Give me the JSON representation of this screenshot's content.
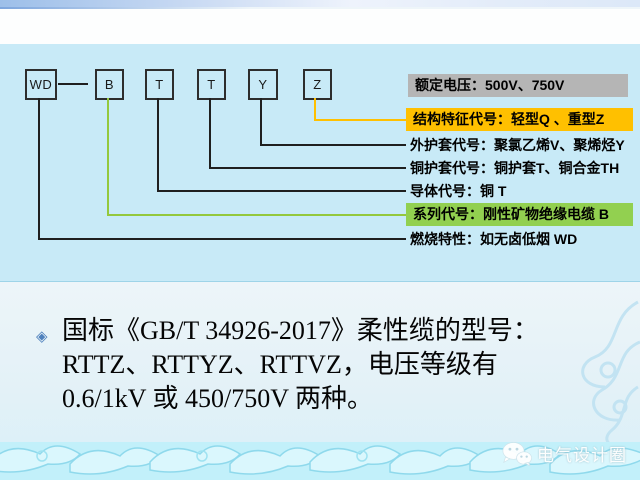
{
  "diagram": {
    "boxes": [
      {
        "label": "WD"
      },
      {
        "label": "B"
      },
      {
        "label": "T"
      },
      {
        "label": "T"
      },
      {
        "label": "Y"
      },
      {
        "label": "Z"
      }
    ],
    "labels": {
      "rated_voltage": "额定电压：500V、750V",
      "structure": "结构特征代号：轻型Q 、重型Z",
      "outer_sheath": "外护套代号：聚氯乙烯V、聚烯烃Y",
      "copper_sheath": "铜护套代号：铜护套T、铜合金TH",
      "conductor": "导体代号：铜 T",
      "series": "系列代号：刚性矿物绝缘电缆  B",
      "burning": "燃烧特性：如无卤低烟 WD"
    },
    "colors": {
      "panel_bg": "#c8eaf7",
      "rated_bg": "#b5b5b5",
      "structure_bg": "#ffc000",
      "series_bg": "#92d050",
      "line_black": "#1f1f1f",
      "line_green": "#94c83d",
      "line_yellow": "#ffc000"
    }
  },
  "watermark": {
    "brand": "电气设计圈",
    "icon": "wechat-bubbles-icon"
  },
  "body_text": {
    "bullet": "◈",
    "lines": [
      "国标《GB/T 34926-2017》柔性缆的型号：",
      "RTTZ、RTTYZ、RTTVZ，电压等级有",
      "0.6/1kV 或 450/750V 两种。"
    ]
  }
}
